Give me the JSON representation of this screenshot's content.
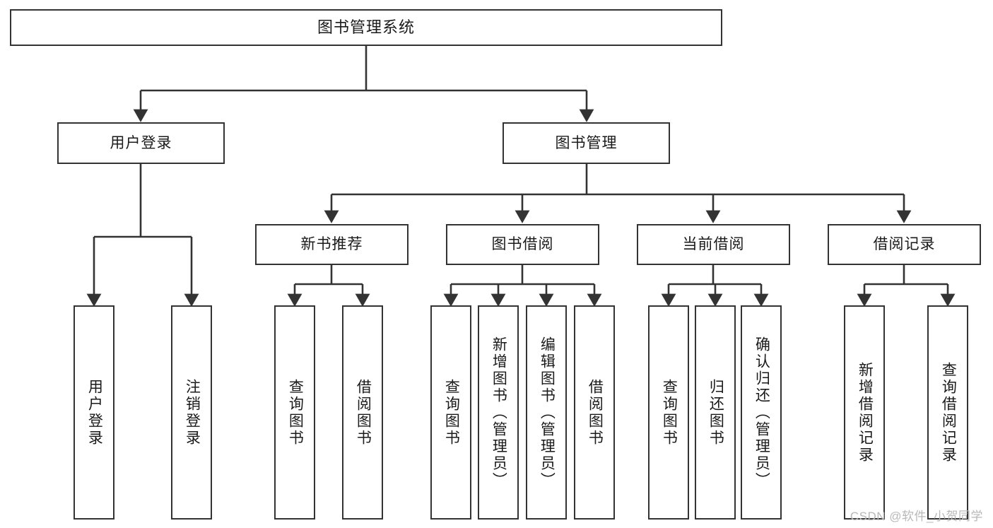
{
  "diagram": {
    "title": "图书管理系统",
    "watermark": "CSDN @软件_小贺同学",
    "line_color": "#333333",
    "box_fill": "#ffffff",
    "text_color": "#1a1a1a",
    "root": {
      "label": "图书管理系统",
      "children": [
        {
          "label": "用户登录",
          "children": [
            {
              "label": "用户登录"
            },
            {
              "label": "注销登录"
            }
          ]
        },
        {
          "label": "图书管理",
          "children": [
            {
              "label": "新书推荐",
              "children": [
                {
                  "label": "查询图书"
                },
                {
                  "label": "借阅图书"
                }
              ]
            },
            {
              "label": "图书借阅",
              "children": [
                {
                  "label": "查询图书"
                },
                {
                  "label": "新增图书（管理员）"
                },
                {
                  "label": "编辑图书（管理员）"
                },
                {
                  "label": "借阅图书"
                }
              ]
            },
            {
              "label": "当前借阅",
              "children": [
                {
                  "label": "查询图书"
                },
                {
                  "label": "归还图书"
                },
                {
                  "label": "确认归还（管理员）"
                }
              ]
            },
            {
              "label": "借阅记录",
              "children": [
                {
                  "label": "新增借阅记录"
                },
                {
                  "label": "查询借阅记录"
                }
              ]
            }
          ]
        }
      ]
    },
    "nodes": {
      "root": {
        "label": "图书管理系统"
      },
      "l1_0": {
        "label": "用户登录"
      },
      "l1_1": {
        "label": "图书管理"
      },
      "l2_0": {
        "label": "新书推荐"
      },
      "l2_1": {
        "label": "图书借阅"
      },
      "l2_2": {
        "label": "当前借阅"
      },
      "l2_3": {
        "label": "借阅记录"
      },
      "leaf_a0": {
        "label": "用户登录"
      },
      "leaf_a1": {
        "label": "注销登录"
      },
      "leaf_b0": {
        "label": "查询图书"
      },
      "leaf_b1": {
        "label": "借阅图书"
      },
      "leaf_c0": {
        "label": "查询图书"
      },
      "leaf_c1": {
        "label": "新增图书（管理员）"
      },
      "leaf_c2": {
        "label": "编辑图书（管理员）"
      },
      "leaf_c3": {
        "label": "借阅图书"
      },
      "leaf_d0": {
        "label": "查询图书"
      },
      "leaf_d1": {
        "label": "归还图书"
      },
      "leaf_d2": {
        "label": "确认归还（管理员）"
      },
      "leaf_e0": {
        "label": "新增借阅记录"
      },
      "leaf_e1": {
        "label": "查询借阅记录"
      }
    }
  }
}
